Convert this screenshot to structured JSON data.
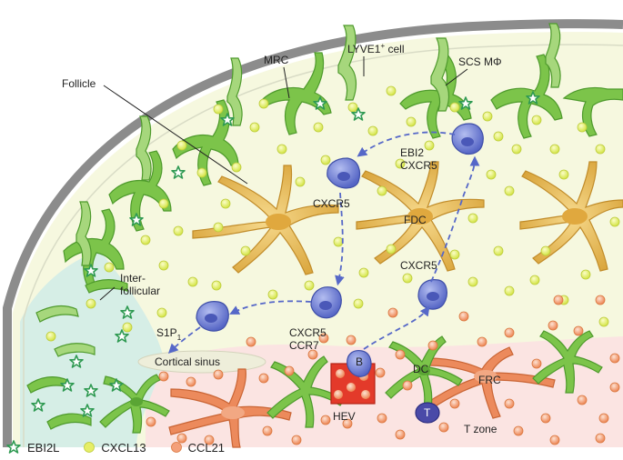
{
  "labels": {
    "follicle": "Follicle",
    "mrc": "MRC",
    "lyve1_base": "LYVE1",
    "lyve1_sup": "+",
    "lyve1_tail": " cell",
    "scs": "SCS MΦ",
    "ebi2_line1": "EBI2",
    "ebi2_line2": "CXCR5",
    "cxcr5_left": "CXCR5",
    "fdc": "FDC",
    "cxcr5_right": "CXCR5",
    "interfollicular_line1": "Inter-",
    "interfollicular_line2": "follicular",
    "s1p_base": "S1P",
    "s1p_sub": "1",
    "cxcr5_ccr7_line1": "CXCR5",
    "cxcr5_ccr7_line2": "CCR7",
    "cortical_sinus": "Cortical sinus",
    "b_cell": "B",
    "dc": "DC",
    "frc": "FRC",
    "hev": "HEV",
    "t_cell": "T",
    "t_zone": "T zone"
  },
  "legend": [
    {
      "label": "EBI2L",
      "icon": "star-icon",
      "color": "#3aa85a"
    },
    {
      "label": "CXCL13",
      "icon": "yellow-dot-icon",
      "color": "#e6ee66"
    },
    {
      "label": "CCL21",
      "icon": "orange-dot-icon",
      "color": "#f4a07a"
    }
  ],
  "colors": {
    "capsule": "#8c8c8c",
    "follicle_bg": "#f6f8df",
    "tzone_bg": "#fbe4e2",
    "interfollicular_bg": "#d6eee6",
    "green_cell": "#7cc44a",
    "fdc": "#e8bd50",
    "b_cell": "#6f7fd0",
    "frc": "#ec8a5c",
    "hev": "#e33a2a",
    "t_cell": "#4a4aa8",
    "arrow": "#5668c8"
  }
}
